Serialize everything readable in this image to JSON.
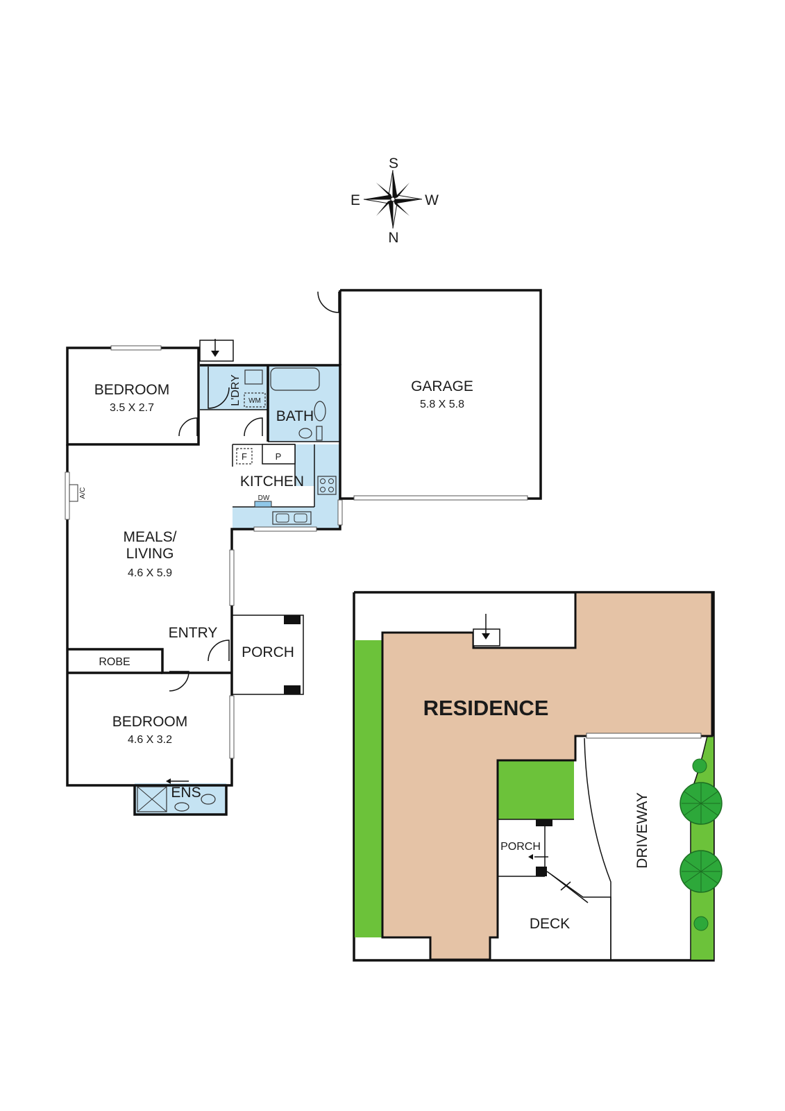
{
  "compass": {
    "top": "S",
    "left": "E",
    "right": "W",
    "bottom": "N"
  },
  "floorplan": {
    "bedroom1": {
      "name": "BEDROOM",
      "dims": "3.5 X 2.7"
    },
    "laundry": {
      "name": "L'DRY",
      "wm": "WM"
    },
    "bath": {
      "name": "BATH"
    },
    "garage": {
      "name": "GARAGE",
      "dims": "5.8 X 5.8"
    },
    "fridge": "F",
    "pantry": "P",
    "kitchen": {
      "name": "KITCHEN",
      "dw": "DW"
    },
    "ac": "A/C",
    "meals": {
      "name_line1": "MEALS/",
      "name_line2": "LIVING",
      "dims": "4.6 X 5.9"
    },
    "entry": "ENTRY",
    "porch": "PORCH",
    "robe": "ROBE",
    "bedroom2": {
      "name": "BEDROOM",
      "dims": "4.6 X 3.2"
    },
    "ensuite": "ENS"
  },
  "siteplan": {
    "residence": "RESIDENCE",
    "porch": "PORCH",
    "deck": "DECK",
    "driveway": "DRIVEWAY"
  },
  "colors": {
    "wet_area": "#c5e3f3",
    "residence": "#e5c3a6",
    "garden": "#6cc23a",
    "tree": "#2da83a"
  }
}
